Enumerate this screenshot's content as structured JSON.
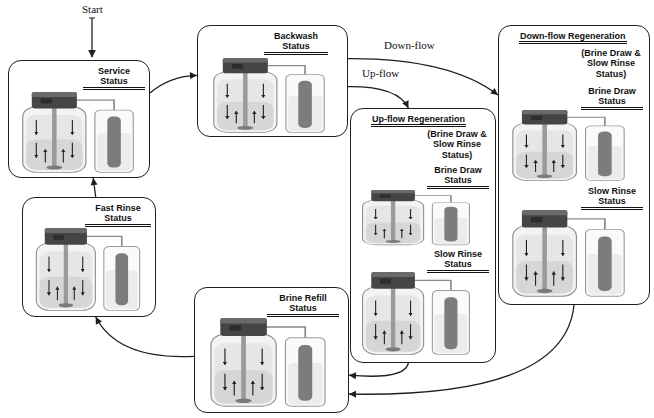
{
  "diagram": {
    "nodes": [
      {
        "text": [
          "Service Status"
        ]
      },
      {
        "text": [
          "Backwash Status"
        ]
      },
      {
        "text": [
          "Down-flow Regeneration",
          "(Brine Draw & Slow Rinse Status)",
          "Brine Draw Status",
          "Slow Rinse Status"
        ]
      },
      {
        "text": [
          "Up-flow Regeneration",
          "(Brine Draw & Slow Rinse Status)",
          "Brine Draw Status",
          "Slow Rinse Status"
        ]
      },
      {
        "text": [
          "Brine Refill Status"
        ]
      },
      {
        "text": [
          "Fast Rinse Status"
        ]
      }
    ],
    "edges": [
      {
        "from": 0,
        "to": 1,
        "arrow": "to"
      },
      {
        "from": 1,
        "to": 2,
        "label": "Down-flow",
        "arrow": "to"
      },
      {
        "from": 1,
        "to": 3,
        "label": "Up-flow",
        "arrow": "to"
      },
      {
        "from": 3,
        "to": 4,
        "arrow": "to"
      },
      {
        "from": 2,
        "to": 4,
        "arrow": "to"
      },
      {
        "from": 4,
        "to": 5,
        "arrow": "to"
      },
      {
        "from": 5,
        "to": 0,
        "arrow": "to"
      }
    ],
    "labels": [
      "Start"
    ]
  }
}
